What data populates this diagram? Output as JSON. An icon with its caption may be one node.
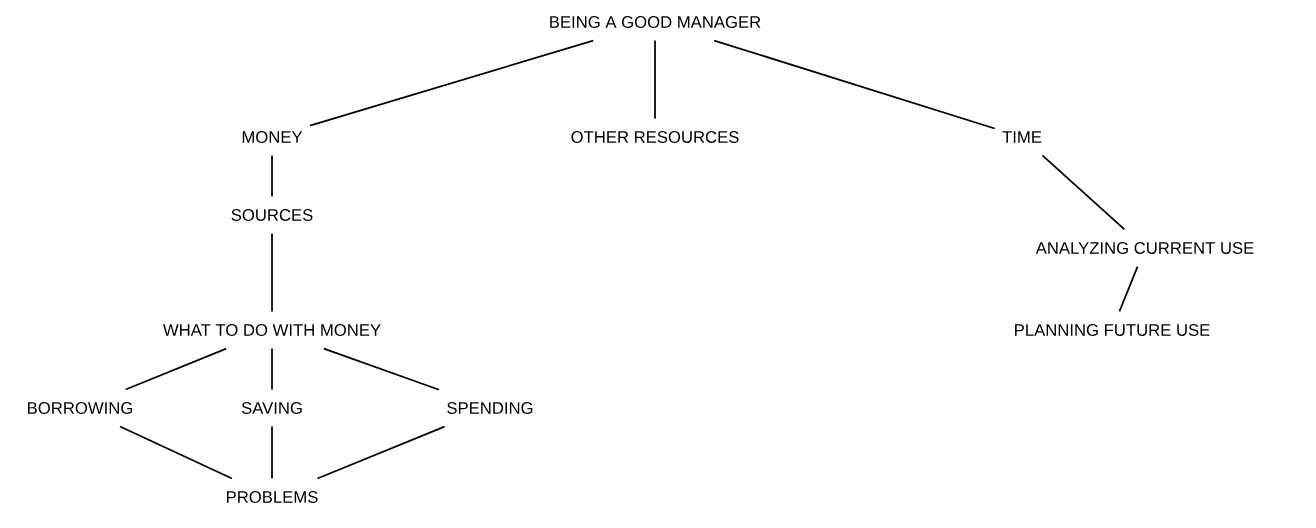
{
  "diagram": {
    "nodes": [
      {
        "text": [
          "BEING A GOOD MANAGER"
        ]
      },
      {
        "text": [
          "MONEY"
        ]
      },
      {
        "text": [
          "OTHER RESOURCES"
        ]
      },
      {
        "text": [
          "TIME"
        ]
      },
      {
        "text": [
          "SOURCES"
        ]
      },
      {
        "text": [
          "ANALYZING CURRENT USE"
        ]
      },
      {
        "text": [
          "WHAT TO DO WITH MONEY"
        ]
      },
      {
        "text": [
          "PLANNING FUTURE USE"
        ]
      },
      {
        "text": [
          "BORROWING"
        ]
      },
      {
        "text": [
          "SAVING"
        ]
      },
      {
        "text": [
          "SPENDING"
        ]
      },
      {
        "text": [
          "PROBLEMS"
        ]
      }
    ],
    "edges": [
      {
        "from": 0,
        "to": 1,
        "arrow": "none"
      },
      {
        "from": 0,
        "to": 2,
        "arrow": "none"
      },
      {
        "from": 0,
        "to": 3,
        "arrow": "none"
      },
      {
        "from": 1,
        "to": 4,
        "arrow": "none"
      },
      {
        "from": 3,
        "to": 5,
        "arrow": "none"
      },
      {
        "from": 4,
        "to": 6,
        "arrow": "none"
      },
      {
        "from": 5,
        "to": 7,
        "arrow": "none"
      },
      {
        "from": 6,
        "to": 8,
        "arrow": "none"
      },
      {
        "from": 6,
        "to": 9,
        "arrow": "none"
      },
      {
        "from": 6,
        "to": 10,
        "arrow": "none"
      },
      {
        "from": 8,
        "to": 11,
        "arrow": "none"
      },
      {
        "from": 9,
        "to": 11,
        "arrow": "none"
      },
      {
        "from": 10,
        "to": 11,
        "arrow": "none"
      }
    ]
  }
}
